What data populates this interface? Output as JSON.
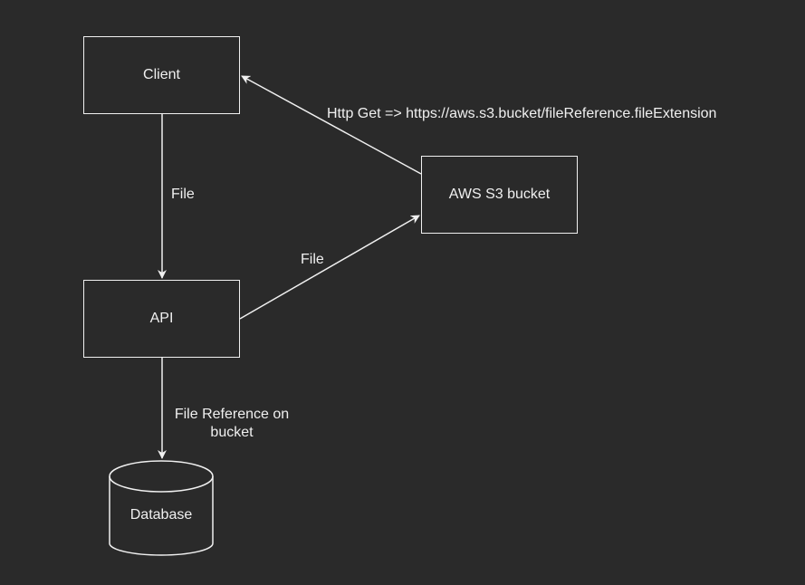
{
  "nodes": {
    "client": "Client",
    "api": "API",
    "s3": "AWS S3 bucket",
    "database": "Database"
  },
  "edges": {
    "client_to_api": "File",
    "api_to_s3": "File",
    "s3_to_client": "Http Get => https://aws.s3.bucket/fileReference.fileExtension",
    "api_to_db": "File Reference on bucket"
  },
  "colors": {
    "background": "#2a2a2a",
    "foreground": "#f0f0f0"
  }
}
